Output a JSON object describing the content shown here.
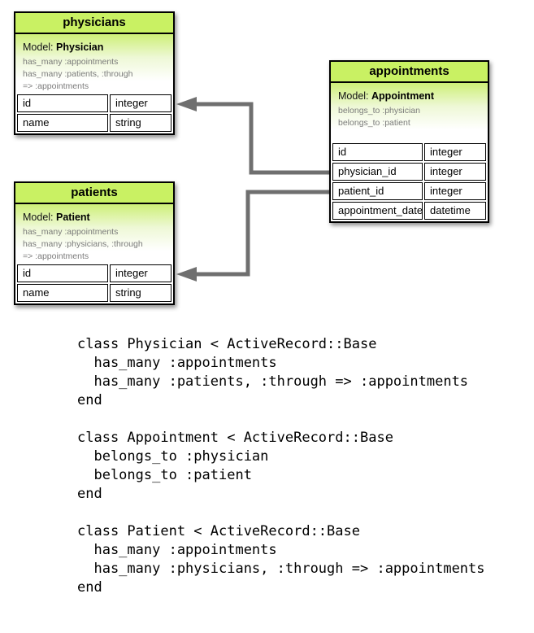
{
  "diagram": {
    "tables": {
      "physicians": {
        "title": "physicians",
        "model_label": "Model:",
        "model_name": "Physician",
        "assoc": [
          "has_many :appointments",
          "has_many :patients, :through",
          "=> :appointments"
        ],
        "rows": [
          [
            "id",
            "integer"
          ],
          [
            "name",
            "string"
          ]
        ]
      },
      "appointments": {
        "title": "appointments",
        "model_label": "Model:",
        "model_name": "Appointment",
        "assoc": [
          "belongs_to :physician",
          "belongs_to :patient"
        ],
        "rows": [
          [
            "id",
            "integer"
          ],
          [
            "physician_id",
            "integer"
          ],
          [
            "patient_id",
            "integer"
          ],
          [
            "appointment_date",
            "datetime"
          ]
        ]
      },
      "patients": {
        "title": "patients",
        "model_label": "Model:",
        "model_name": "Patient",
        "assoc": [
          "has_many :appointments",
          "has_many :physicians, :through",
          "=> :appointments"
        ],
        "rows": [
          [
            "id",
            "integer"
          ],
          [
            "name",
            "string"
          ]
        ]
      }
    },
    "relations": [
      {
        "from": "appointments.physician_id",
        "to": "physicians.id"
      },
      {
        "from": "appointments.patient_id",
        "to": "patients.id"
      }
    ],
    "colors": {
      "header_green": "#c9f163",
      "model_gradient_top": "#cdef77",
      "arrow_gray": "#6f6f6f",
      "assoc_text_gray": "#7b7b7b"
    }
  },
  "code": {
    "text": "class Physician < ActiveRecord::Base\n  has_many :appointments\n  has_many :patients, :through => :appointments\nend\n\nclass Appointment < ActiveRecord::Base\n  belongs_to :physician\n  belongs_to :patient\nend\n\nclass Patient < ActiveRecord::Base\n  has_many :appointments\n  has_many :physicians, :through => :appointments\nend"
  }
}
